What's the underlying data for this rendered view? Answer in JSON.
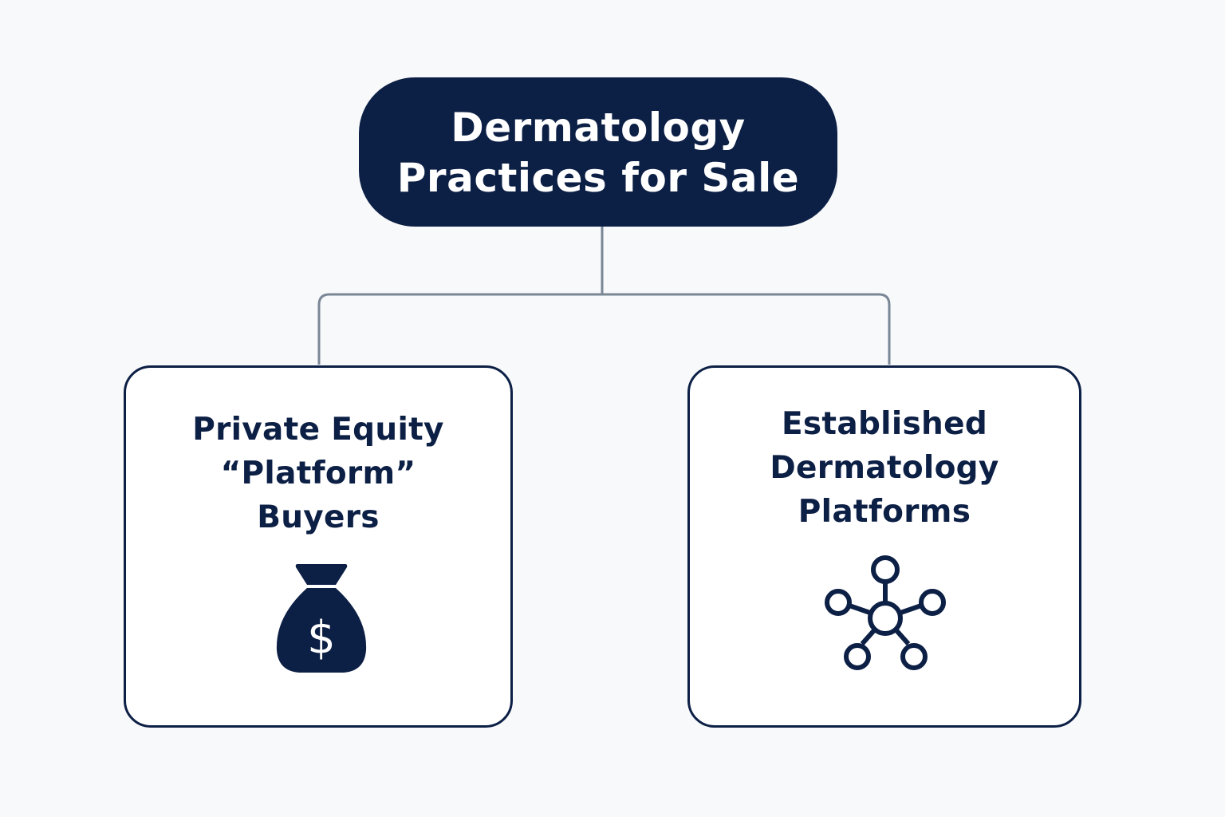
{
  "diagram": {
    "root": {
      "line1": "Dermatology",
      "line2": "Practices for Sale"
    },
    "children": [
      {
        "line1": "Private Equity",
        "line2": "“Platform”",
        "line3": "Buyers",
        "icon": "money-bag-dollar-icon"
      },
      {
        "line1": "Established",
        "line2": "Dermatology",
        "line3": "Platforms",
        "icon": "network-hub-icon"
      }
    ]
  },
  "colors": {
    "background": "#f8f9fb",
    "primary_navy": "#0c1f45",
    "connector_gray": "#7a8796",
    "box_fill": "#ffffff"
  }
}
